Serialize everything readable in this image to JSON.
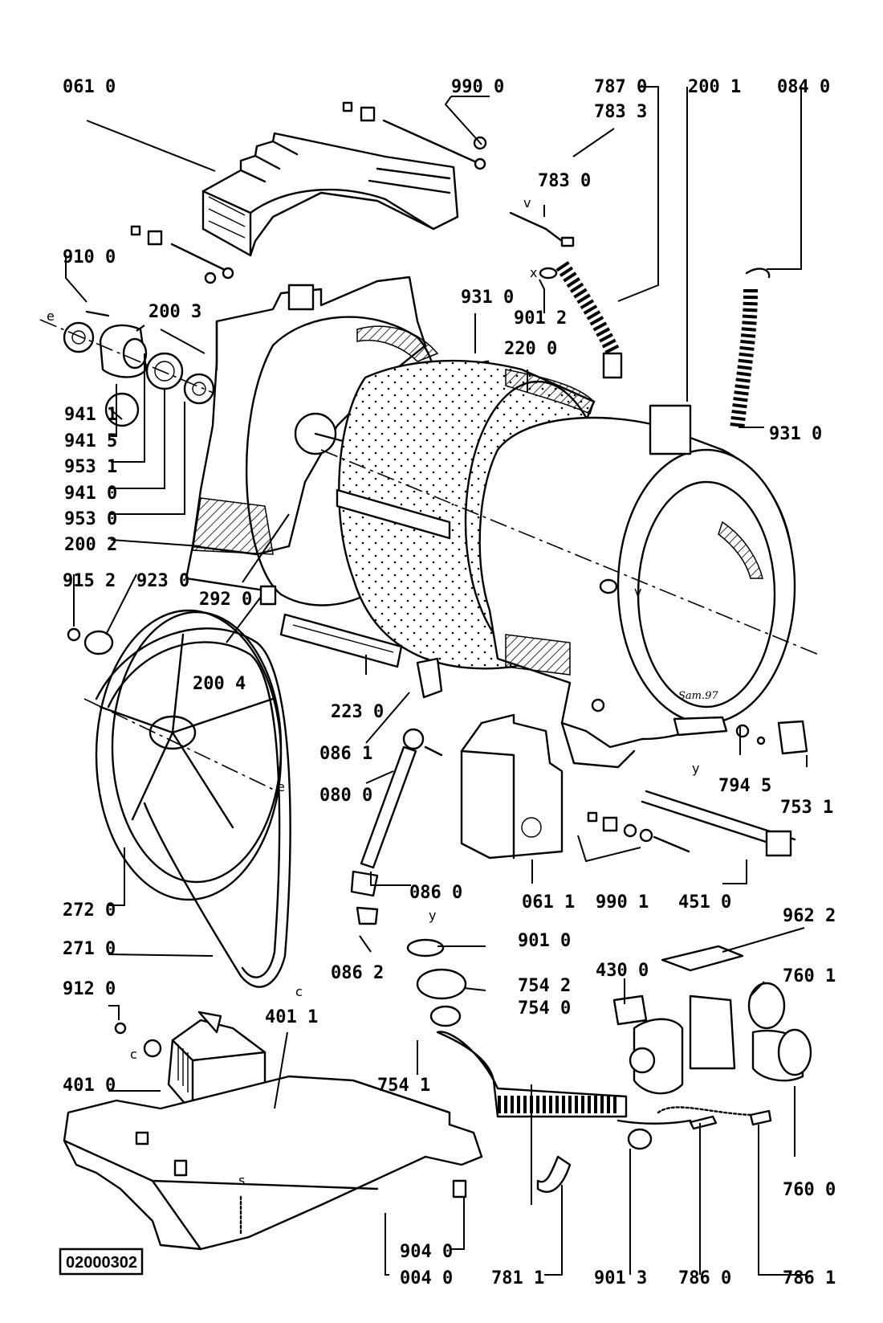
{
  "reference_code": "02000302",
  "signature": "Sam.97",
  "parts": [
    {
      "id": "p0610",
      "label": "061 0"
    },
    {
      "id": "p9900",
      "label": "990 0"
    },
    {
      "id": "p7870",
      "label": "787 0"
    },
    {
      "id": "p7833",
      "label": "783 3"
    },
    {
      "id": "p2001",
      "label": "200 1"
    },
    {
      "id": "p0840",
      "label": "084 0"
    },
    {
      "id": "p7830",
      "label": "783 0"
    },
    {
      "id": "p9100",
      "label": "910 0"
    },
    {
      "id": "p2003",
      "label": "200 3"
    },
    {
      "id": "p9310a",
      "label": "931 0"
    },
    {
      "id": "p9012",
      "label": "901 2"
    },
    {
      "id": "p2200",
      "label": "220 0"
    },
    {
      "id": "p9411",
      "label": "941 1"
    },
    {
      "id": "p9415",
      "label": "941 5"
    },
    {
      "id": "p9531",
      "label": "953 1"
    },
    {
      "id": "p9410",
      "label": "941 0"
    },
    {
      "id": "p9530",
      "label": "953 0"
    },
    {
      "id": "p2002",
      "label": "200 2"
    },
    {
      "id": "p9310b",
      "label": "931 0"
    },
    {
      "id": "p9152",
      "label": "915 2"
    },
    {
      "id": "p9230",
      "label": "923 0"
    },
    {
      "id": "p2920",
      "label": "292 0"
    },
    {
      "id": "p2004",
      "label": "200 4"
    },
    {
      "id": "p2230",
      "label": "223 0"
    },
    {
      "id": "p0861",
      "label": "086 1"
    },
    {
      "id": "p0800",
      "label": "080 0"
    },
    {
      "id": "p7945",
      "label": "794 5"
    },
    {
      "id": "p7531",
      "label": "753 1"
    },
    {
      "id": "p0860",
      "label": "086 0"
    },
    {
      "id": "p0611",
      "label": "061 1"
    },
    {
      "id": "p9901",
      "label": "990 1"
    },
    {
      "id": "p4510",
      "label": "451 0"
    },
    {
      "id": "p2720",
      "label": "272 0"
    },
    {
      "id": "p9010",
      "label": "901 0"
    },
    {
      "id": "p9622",
      "label": "962 2"
    },
    {
      "id": "p2710",
      "label": "271 0"
    },
    {
      "id": "p0862",
      "label": "086 2"
    },
    {
      "id": "p7542",
      "label": "754 2"
    },
    {
      "id": "p7540",
      "label": "754 0"
    },
    {
      "id": "p4300",
      "label": "430 0"
    },
    {
      "id": "p7601",
      "label": "760 1"
    },
    {
      "id": "p9120",
      "label": "912 0"
    },
    {
      "id": "p4011",
      "label": "401 1"
    },
    {
      "id": "p4010",
      "label": "401 0"
    },
    {
      "id": "p7541",
      "label": "754 1"
    },
    {
      "id": "p7600",
      "label": "760 0"
    },
    {
      "id": "p9040",
      "label": "904 0"
    },
    {
      "id": "p0040",
      "label": "004 0"
    },
    {
      "id": "p7811",
      "label": "781 1"
    },
    {
      "id": "p9013",
      "label": "901 3"
    },
    {
      "id": "p7860",
      "label": "786 0"
    },
    {
      "id": "p7861",
      "label": "786 1"
    }
  ],
  "connection_letters": [
    {
      "id": "e1",
      "letter": "e"
    },
    {
      "id": "e2",
      "letter": "e"
    },
    {
      "id": "v1",
      "letter": "v"
    },
    {
      "id": "v2",
      "letter": "v"
    },
    {
      "id": "x1",
      "letter": "x"
    },
    {
      "id": "y1",
      "letter": "y"
    },
    {
      "id": "y2",
      "letter": "y"
    },
    {
      "id": "c1",
      "letter": "c"
    },
    {
      "id": "c2",
      "letter": "c"
    },
    {
      "id": "s1",
      "letter": "s"
    }
  ]
}
